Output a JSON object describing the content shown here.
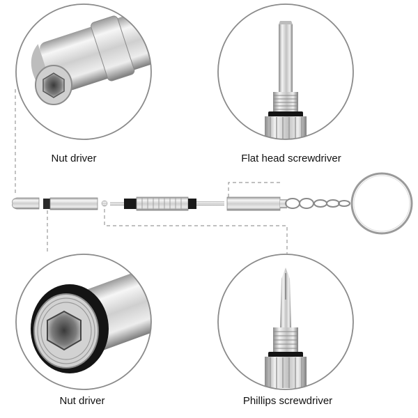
{
  "labels": {
    "top_left": "Nut driver",
    "top_right": "Flat head screwdriver",
    "bottom_left": "Nut driver",
    "bottom_right": "Phillips screwdriver"
  },
  "colors": {
    "background": "#ffffff",
    "circle_outline": "#8a8a8a",
    "dashed_line": "#9a9a9a",
    "metal_light": "#f2f2f2",
    "metal_mid": "#c4c4c4",
    "metal_dark": "#7a7a7a",
    "rubber_ring": "#141414",
    "text": "#111111"
  }
}
